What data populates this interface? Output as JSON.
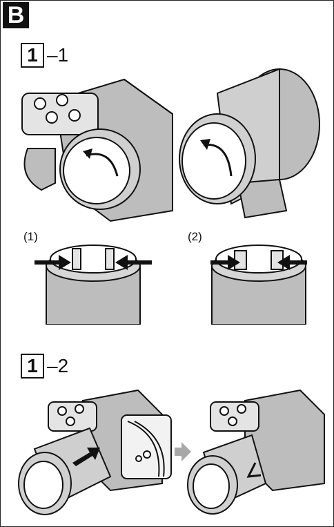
{
  "section": {
    "letter": "B"
  },
  "steps": [
    {
      "number": "1",
      "suffix": "–1"
    },
    {
      "number": "1",
      "suffix": "–2"
    }
  ],
  "sub_steps": [
    "(1)",
    "(2)"
  ],
  "icons": {
    "camera_body": "camera-body-icon",
    "lens": "lens-icon",
    "arrow_rotate": "rotate-arrow-icon",
    "arrow_press": "press-arrow-icon",
    "arrow_next": "next-arrow-icon"
  },
  "colors": {
    "ink": "#111111",
    "gray_fill": "#bdbdbd",
    "light_fill": "#e4e4e4",
    "arrow_gray": "#a8a8a8"
  }
}
